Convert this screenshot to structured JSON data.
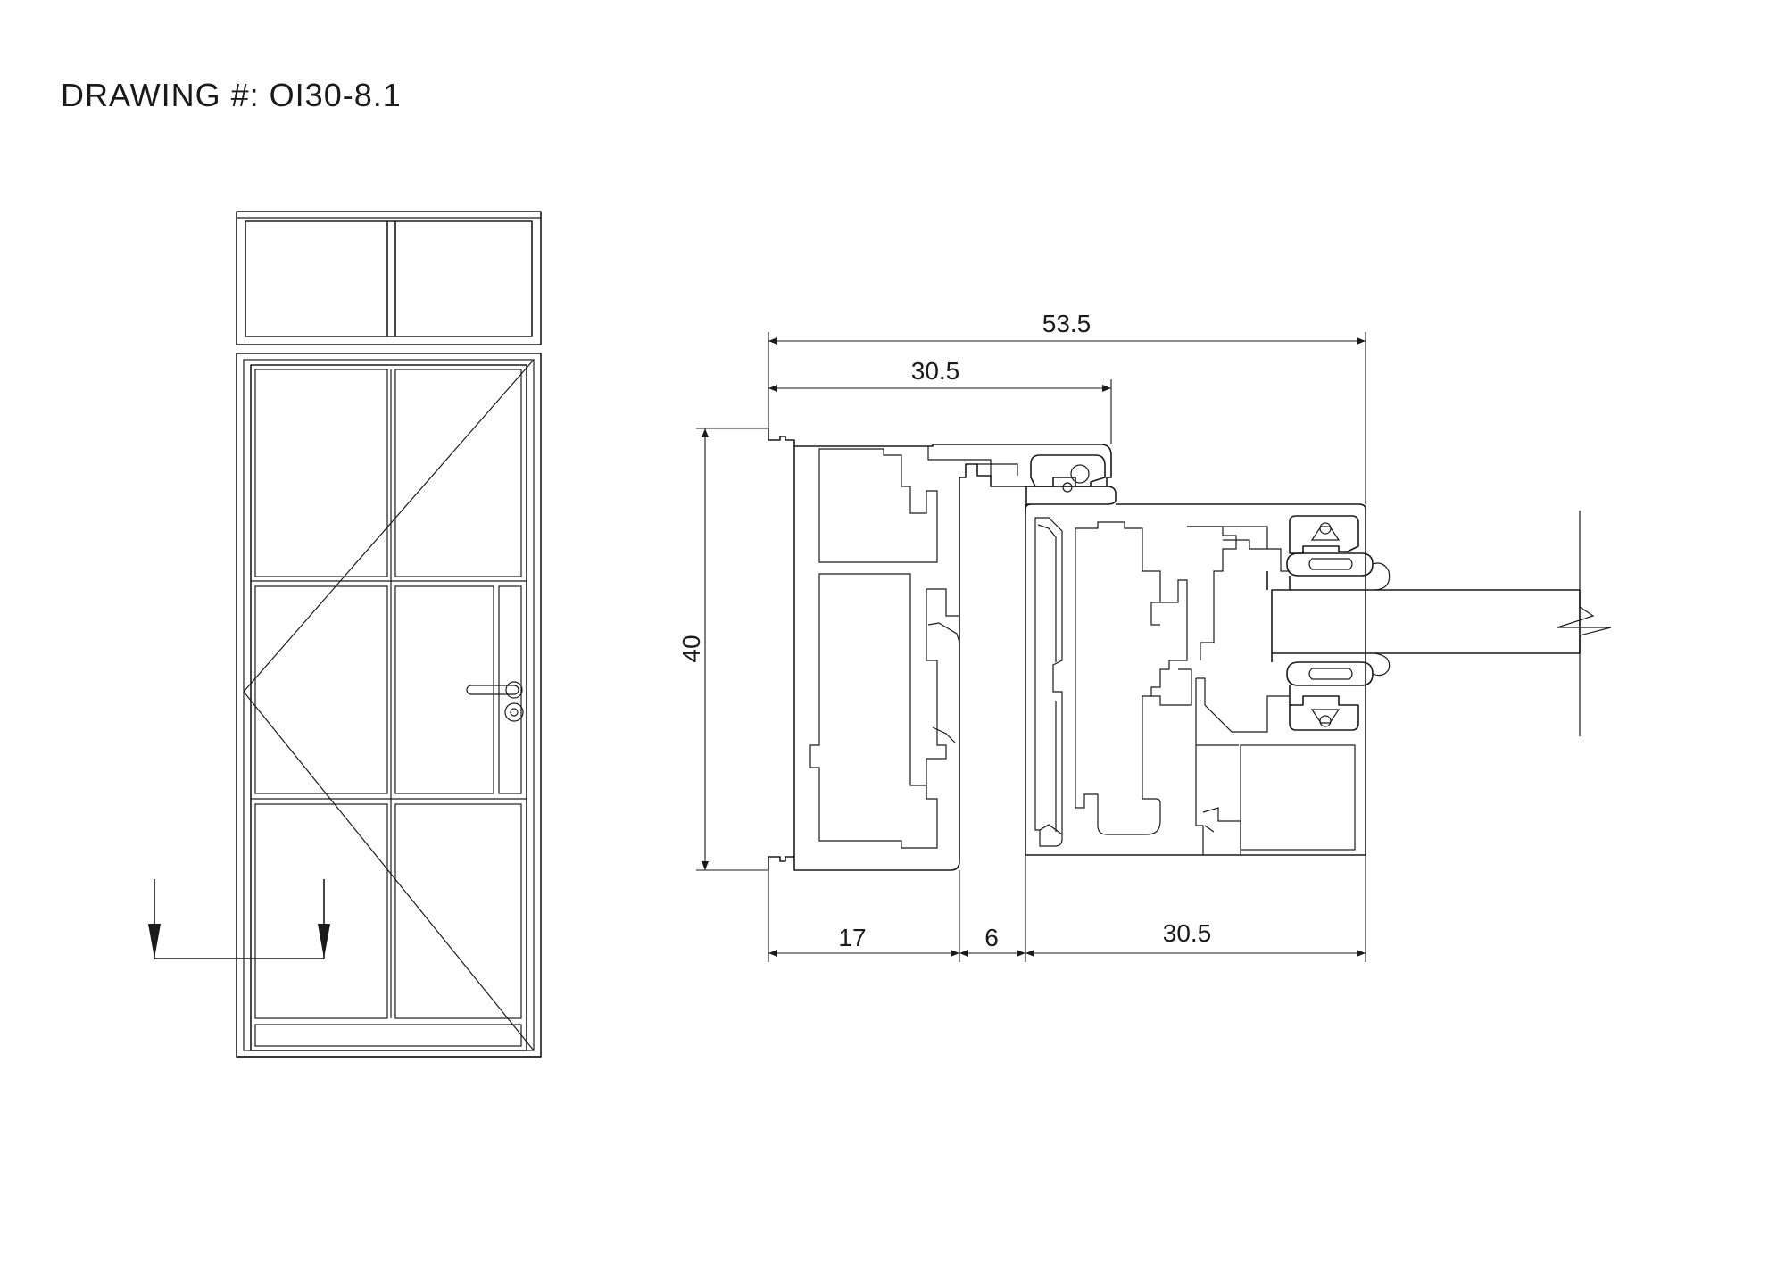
{
  "drawing": {
    "title": "DRAWING #: OI30-8.1"
  },
  "dimensions": {
    "overall_width": "53.5",
    "top_frame_width": "30.5",
    "height": "40",
    "left_depth": "17",
    "gap": "6",
    "right_frame_width": "30.5"
  },
  "colors": {
    "line": "#1a1a1a",
    "background": "#ffffff"
  }
}
